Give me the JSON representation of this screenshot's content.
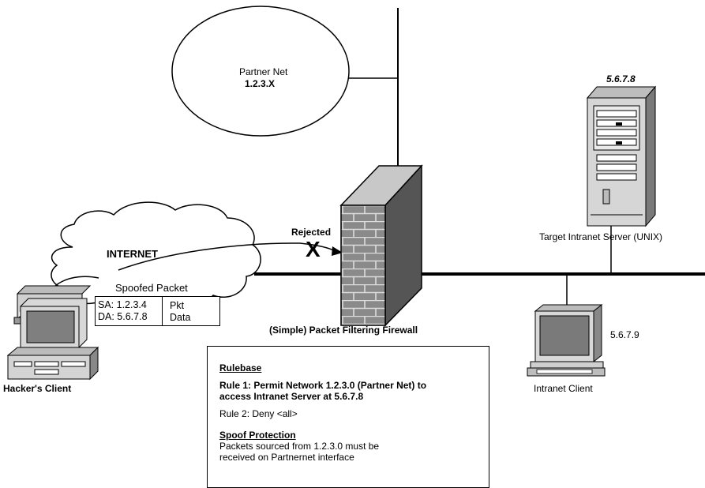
{
  "partner_net": {
    "name": "Partner Net",
    "network": "1.2.3.X"
  },
  "internet": {
    "label": "INTERNET",
    "spoofed_label": "Spoofed Packet"
  },
  "packet": {
    "sa": "SA: 1.2.3.4",
    "da": "DA: 5.6.7.8",
    "pkt": "Pkt",
    "data": "Data"
  },
  "rejected": {
    "label": "Rejected",
    "mark": "X"
  },
  "firewall": {
    "label": "(Simple) Packet Filtering Firewall"
  },
  "server": {
    "ip": "5.6.7.8",
    "label": "Target Intranet Server (UNIX)"
  },
  "intranet_client": {
    "ip": "5.6.7.9",
    "label": "Intranet Client"
  },
  "hacker": {
    "label": "Hacker's Client"
  },
  "rulebase": {
    "title": "Rulebase",
    "rule1_line1": "Rule 1: Permit Network 1.2.3.0 (Partner Net) to",
    "rule1_line2": "access Intranet Server at 5.6.7.8",
    "rule2": "Rule 2: Deny <all>",
    "spoof_title": "Spoof Protection",
    "spoof_line1": "Packets sourced from 1.2.3.0 must be",
    "spoof_line2": "received on Partnernet interface"
  }
}
